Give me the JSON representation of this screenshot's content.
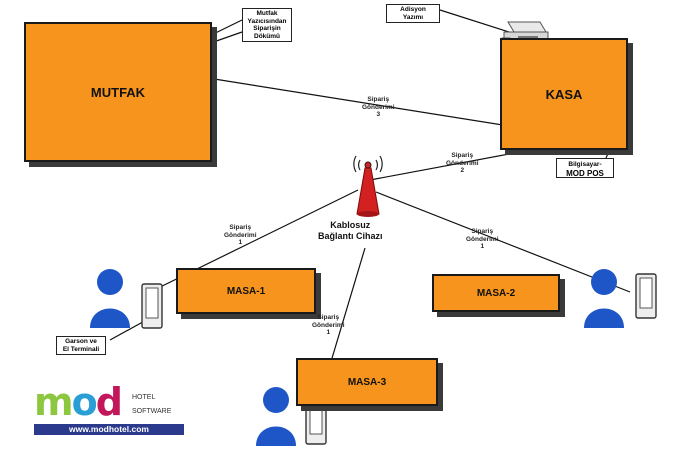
{
  "nodes": {
    "mutfak": "MUTFAK",
    "kasa": "KASA",
    "masa1": "MASA-1",
    "masa2": "MASA-2",
    "masa3": "MASA-3"
  },
  "callouts": {
    "mutfak_printer": [
      "Mutfak",
      "Yazıcısından",
      "Siparişin",
      "Dökümü"
    ],
    "adisyon": [
      "Adisyon",
      "Yazımı"
    ],
    "bilgisayar": [
      "Bilgisayar-"
    ],
    "modpos": "MOD POS",
    "garson": [
      "Garson ve",
      "El Terminali"
    ]
  },
  "antenna": [
    "Kablosuz",
    "Bağlantı Cihazı"
  ],
  "edges": {
    "e_kitchen": [
      "Sipariş",
      "Gönderimi",
      "3"
    ],
    "e_kasa": [
      "Sipariş",
      "Gönderimi",
      "2"
    ],
    "e_masa1": [
      "Sipariş",
      "Gönderimi",
      "1"
    ],
    "e_masa2": [
      "Sipariş",
      "Gönderimi",
      "1"
    ],
    "e_masa3": [
      "Sipariş",
      "Gönderimi",
      "1"
    ]
  },
  "logo": {
    "m": "m",
    "o": "o",
    "d": "d",
    "line1": "HOTEL",
    "line2": "SOFTWARE",
    "url": "www.modhotel.com"
  },
  "colors": {
    "box": "#f7941d",
    "person": "#1e56c8",
    "antenna": "#d32020"
  }
}
